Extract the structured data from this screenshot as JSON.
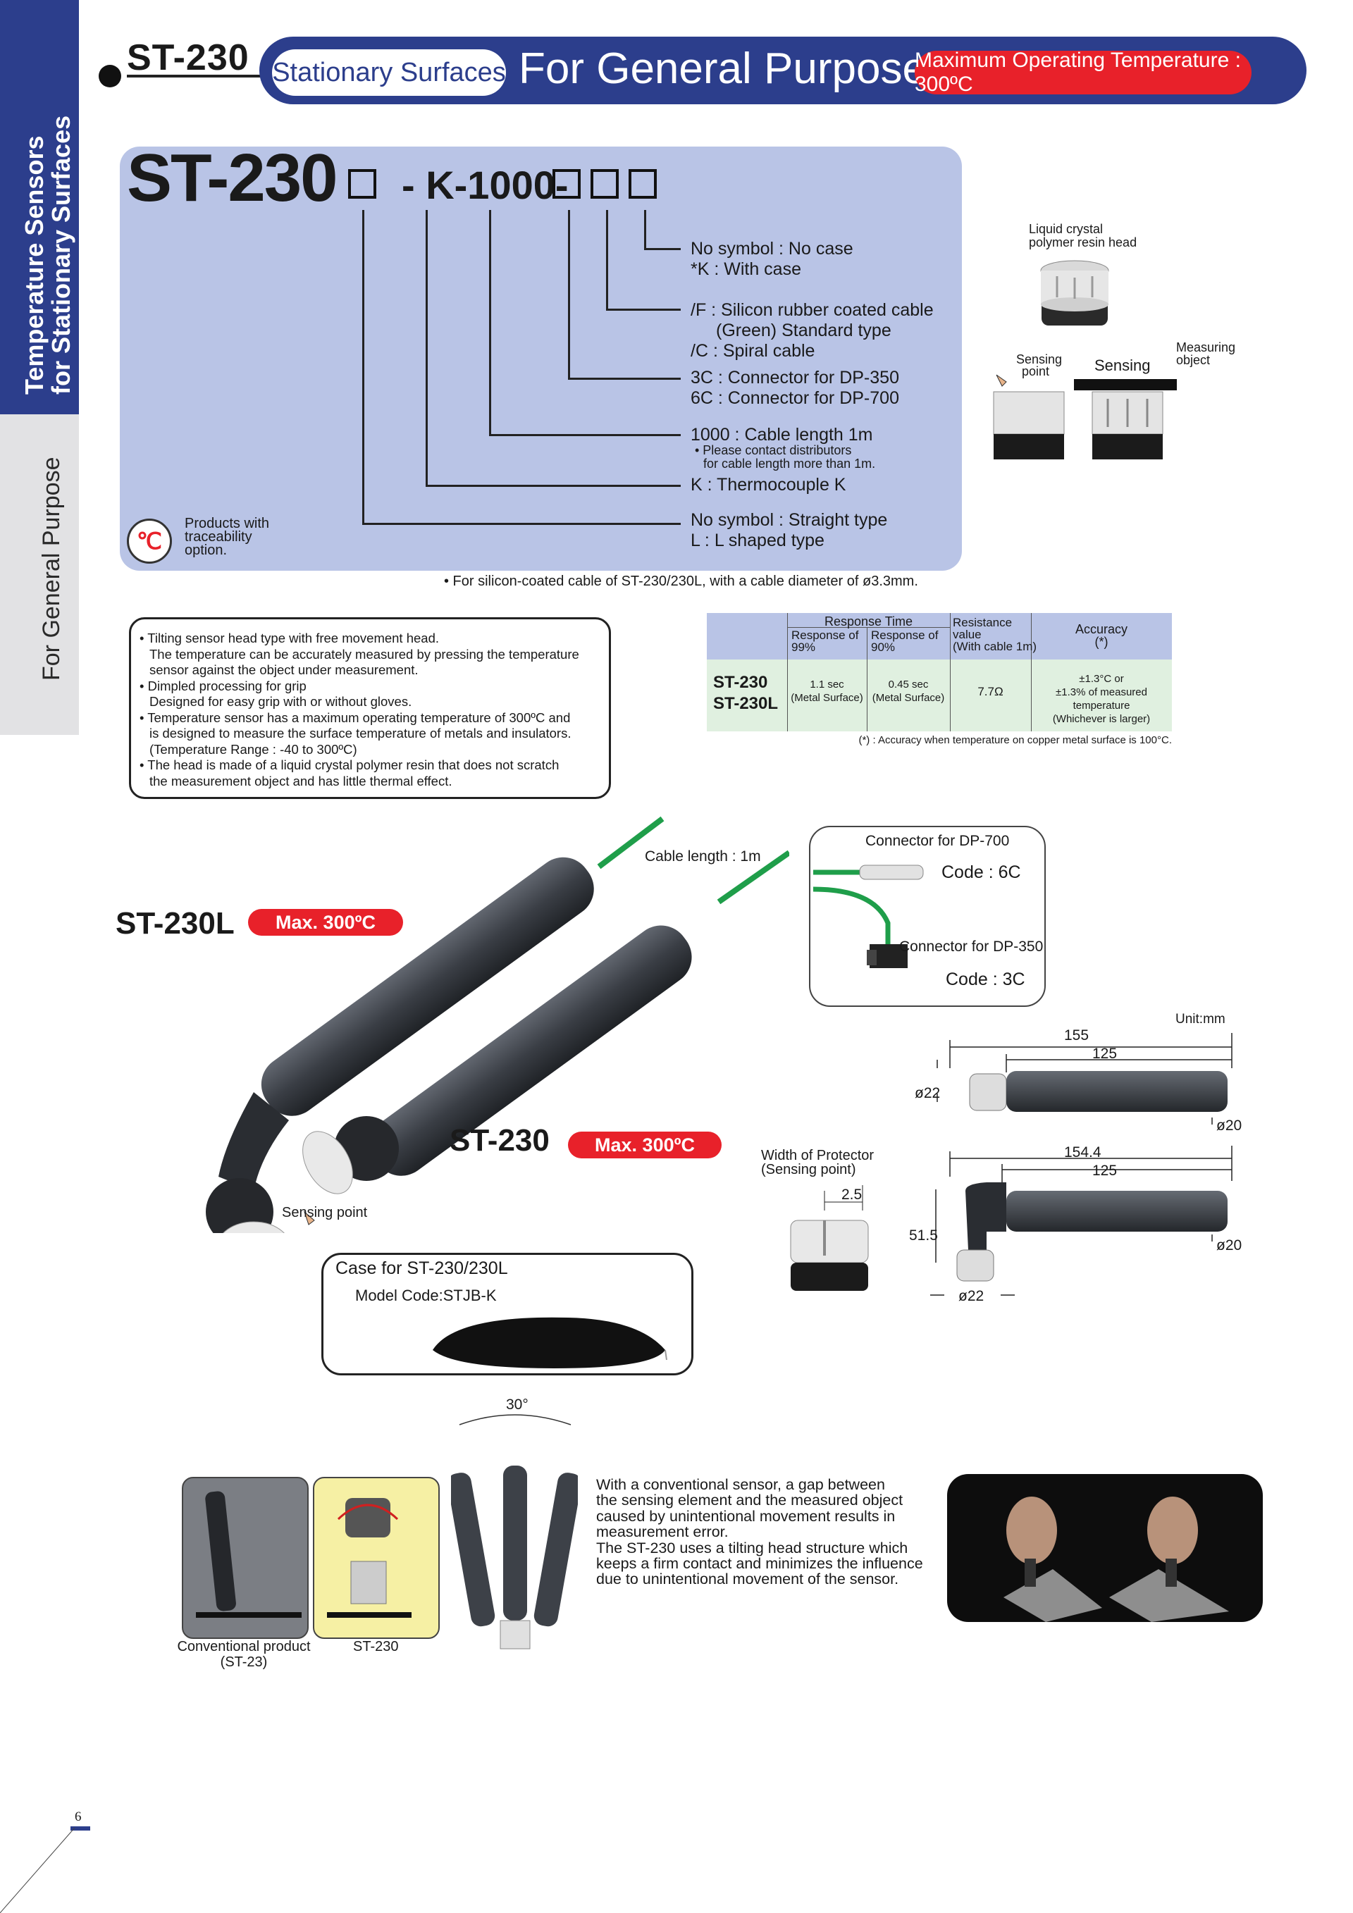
{
  "sidebar": {
    "category_line1": "Temperature Sensors",
    "category_line2": "for Stationary Surfaces",
    "section": "For General Purpose"
  },
  "header": {
    "model": "ST-230",
    "surface_pill": "Stationary Surfaces",
    "purpose": "For General Purpose",
    "max_temp": "Maximum Operating Temperature : 300ºC",
    "colors": {
      "navy": "#2c3e8c",
      "red": "#e8212a",
      "light_blue": "#b9c4e6",
      "green": "#1f9e4a"
    }
  },
  "model_code": {
    "base": "ST-230",
    "mid": "- K-1000-",
    "options": [
      {
        "main": "No symbol : No case",
        "sub": "*K : With case"
      },
      {
        "main": "/F : Silicon rubber coated cable",
        "sub": "(Green) Standard type",
        "sub2": "/C : Spiral cable"
      },
      {
        "main": "3C : Connector for DP-350",
        "sub": "6C :  Connector for DP-700"
      },
      {
        "main": "1000 : Cable length 1m",
        "note1": "• Please contact distributors",
        "note2": "for cable length more than 1m."
      },
      {
        "main": "K : Thermocouple K"
      },
      {
        "main": "No symbol : Straight type",
        "sub": "L : L shaped type"
      }
    ],
    "traceability": [
      "Products with",
      "traceability",
      "option."
    ],
    "footnote": "• For silicon-coated cable of ST-230/230L, with a cable diameter of ø3.3mm."
  },
  "head_diagram": {
    "resin_head": [
      "Liquid crystal",
      "polymer resin head"
    ],
    "sensing_point": [
      "Sensing",
      "point"
    ],
    "sensing": "Sensing",
    "measuring_object": [
      "Measuring",
      "object"
    ]
  },
  "features": [
    "• Tilting sensor head type with free movement head.",
    "The temperature can be accurately measured by pressing the temperature",
    "sensor against the object under measurement.",
    "• Dimpled processing for grip",
    "Designed for easy grip with or without gloves.",
    "• Temperature sensor has a maximum operating temperature of 300ºC and",
    "is designed to measure the surface temperature of metals and insulators.",
    "(Temperature Range : -40 to 300ºC)",
    "• The head is made of a liquid crystal polymer resin that does not scratch",
    "the measurement object and has little thermal effect."
  ],
  "spec_table": {
    "response_time": "Response Time",
    "resp99": [
      "Response of",
      "99%"
    ],
    "resp90": [
      "Response of",
      "90%"
    ],
    "resistance": [
      "Resistance",
      "value",
      "(With cable 1m)"
    ],
    "accuracy": [
      "Accuracy",
      "(*)"
    ],
    "models": [
      "ST-230",
      "ST-230L"
    ],
    "v99": [
      "1.1 sec",
      "(Metal Surface)"
    ],
    "v90": [
      "0.45 sec",
      "(Metal Surface)"
    ],
    "resistance_value": "7.7Ω",
    "accuracy_value": [
      "±1.3°C or",
      "±1.3% of measured temperature",
      "(Whichever is larger)"
    ],
    "note": "(*) : Accuracy when temperature on copper metal surface is 100°C."
  },
  "product": {
    "cable_length": "Cable length : 1m",
    "st230l": "ST-230L",
    "st230": "ST-230",
    "max": "Max. 300ºC",
    "sensing_point": "Sensing point",
    "conn700": "Connector for DP-700",
    "code6c": "Code : 6C",
    "conn350": "Connector for DP-350",
    "code3c": "Code : 3C"
  },
  "case": {
    "title": "Case for ST-230/230L",
    "model": "Model Code:STJB-K"
  },
  "dimensions": {
    "unit": "Unit:mm",
    "straight": {
      "total": "155",
      "grip": "125",
      "head_dia": "ø22",
      "grip_dia": "ø20"
    },
    "lshape": {
      "total": "154.4",
      "grip": "125",
      "height": "51.5",
      "head_dia": "ø22",
      "grip_dia": "ø20"
    },
    "protector_title": [
      "Width of Protector",
      "(Sensing point)"
    ],
    "protector_width": "2.5"
  },
  "comparison": {
    "angle": "30°",
    "conventional": [
      "Conventional product",
      "(ST-23)"
    ],
    "st230": "ST-230",
    "text": [
      "With a conventional sensor, a gap between",
      "the sensing element and the measured object",
      "caused by unintentional movement results in",
      "measurement error.",
      "The ST-230 uses a tilting head structure which",
      "keeps a firm contact and minimizes the influence",
      "due to unintentional movement of the sensor."
    ]
  },
  "page_number": "6"
}
